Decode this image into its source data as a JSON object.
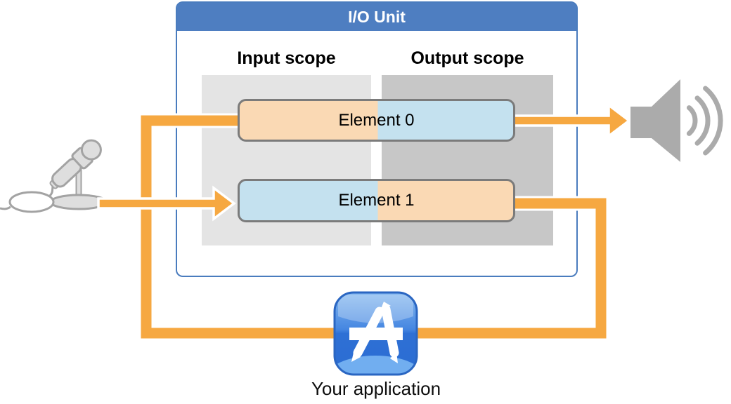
{
  "diagram": {
    "io_unit": {
      "title": "I/O Unit",
      "input_scope_label": "Input scope",
      "output_scope_label": "Output scope",
      "elements": [
        {
          "label": "Element 0",
          "input_scope_color": "peach",
          "output_scope_color": "blue"
        },
        {
          "label": "Element 1",
          "input_scope_color": "blue",
          "output_scope_color": "peach"
        }
      ]
    },
    "application": {
      "label": "Your application",
      "icon": "app-store-icon"
    },
    "hardware": {
      "input_device_icon": "microphone-icon",
      "output_device_icon": "speaker-icon"
    },
    "signal_flows": [
      "microphone -> Element 1 input scope",
      "Element 1 output scope -> Your application",
      "Your application -> Element 0 input scope",
      "Element 0 output scope -> speaker"
    ],
    "colors": {
      "header_blue": "#4E7EC1",
      "panel_border_blue": "#4A7CBE",
      "arrow_orange": "#F6A841",
      "element_peach": "#FAD9B4",
      "element_blue": "#C4E1EF",
      "input_panel_gray": "#E4E4E4",
      "output_panel_gray": "#C7C7C7",
      "hardware_gray": "#ABABAB"
    }
  }
}
